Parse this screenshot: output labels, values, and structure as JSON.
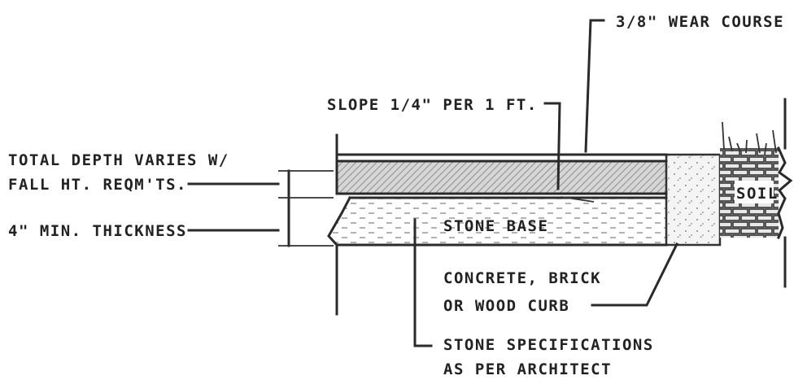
{
  "labels": {
    "wear_course": "3/8\" WEAR COURSE",
    "slope": "SLOPE 1/4\" PER 1 FT.",
    "total_depth_line1": "TOTAL DEPTH VARIES W/",
    "total_depth_line2": "FALL HT. REQM'TS.",
    "min_thickness": "4\" MIN. THICKNESS",
    "stone_base": "STONE BASE",
    "soil": "SOIL",
    "curb_line1": "CONCRETE, BRICK",
    "curb_line2": "OR WOOD CURB",
    "stone_spec_line1": "STONE SPECIFICATIONS",
    "stone_spec_line2": "AS PER ARCHITECT"
  },
  "colors": {
    "ink": "#222222",
    "wear_hatch": "#9a9a9a",
    "stone_dash": "#8a8a8a"
  }
}
